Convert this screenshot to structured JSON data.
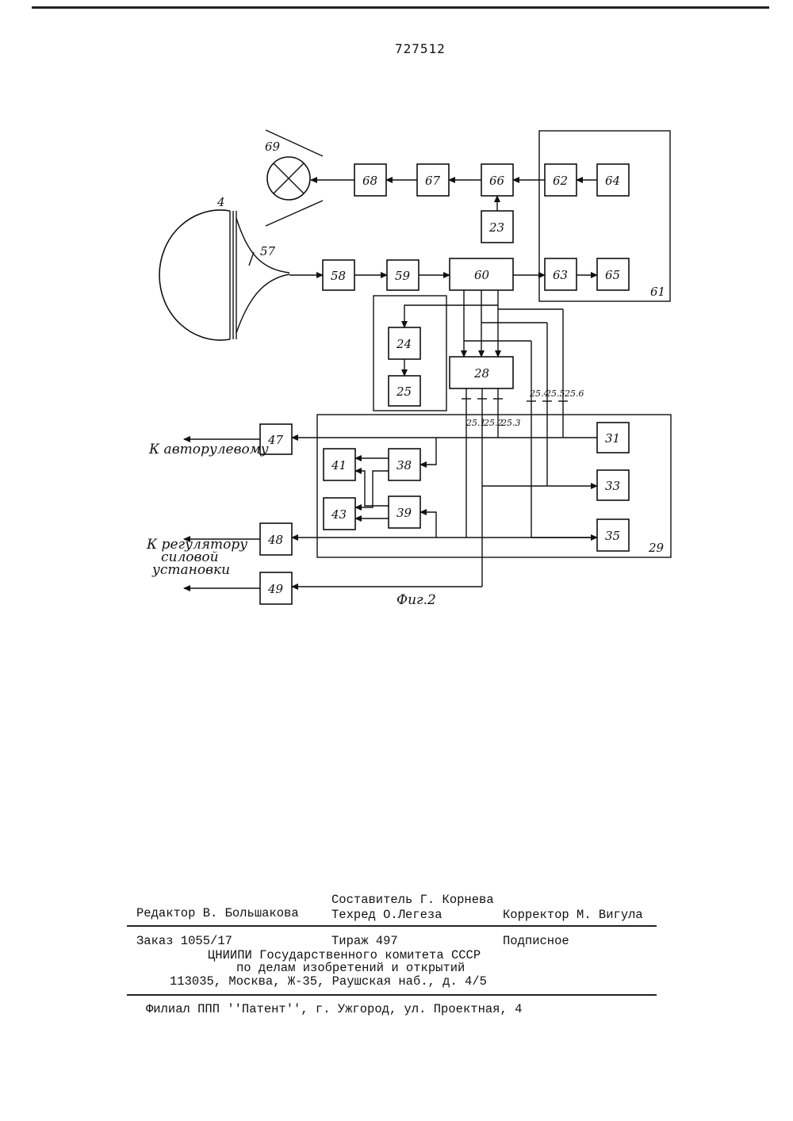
{
  "patent_number": "727512",
  "figure": {
    "caption": "Фиг.2",
    "blocks": [
      "4",
      "57",
      "58",
      "59",
      "60",
      "61",
      "62",
      "63",
      "64",
      "65",
      "66",
      "67",
      "68",
      "69",
      "23",
      "24",
      "25",
      "28",
      "29",
      "31",
      "33",
      "35",
      "38",
      "39",
      "41",
      "43",
      "47",
      "48",
      "49"
    ],
    "bus_labels": [
      "25.1",
      "25.2",
      "25.3",
      "25.4",
      "25.5",
      "25.6"
    ],
    "outputs": {
      "to_autopilot": "К авторулевому",
      "to_regulator_line1": "К регулятору",
      "to_regulator_line2": "силовой",
      "to_regulator_line3": "установки"
    }
  },
  "imprint": {
    "compiler": "Составитель Г. Корнева",
    "editor": "Редактор В. Большакова",
    "techred": "Техред О.Легеза",
    "corrector": "Корректор М. Вигула",
    "order": "Заказ 1055/17",
    "circulation": "Тираж 497",
    "subscription": "Подписное",
    "org_line1": "ЦНИИПИ Государственного комитета СССР",
    "org_line2": "по делам изобретений и открытий",
    "address": "113035, Москва, Ж-35, Раушская наб., д. 4/5",
    "branch": "Филиал ППП ''Патент'', г. Ужгород, ул. Проектная, 4"
  }
}
